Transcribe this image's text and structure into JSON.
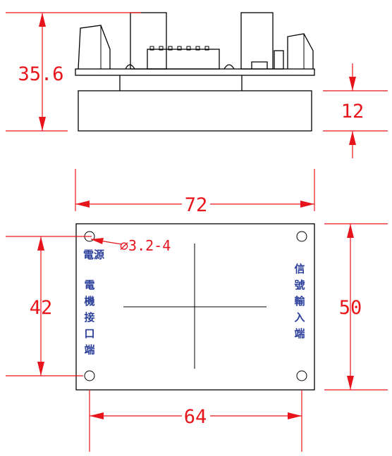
{
  "dimensions": {
    "total_height": "35.6",
    "module_height": "12",
    "board_width": "72",
    "hole_label": "⌀3.2-4",
    "hole_spacing_vertical": "42",
    "board_height": "50",
    "hole_spacing_horizontal": "64"
  },
  "labels": {
    "power": "電源",
    "motor_line1": "電",
    "motor_line2": "機",
    "motor_line3": "接",
    "motor_line4": "口",
    "motor_line5": "端",
    "signal_line1": "信",
    "signal_line2": "號",
    "signal_line3": "輸",
    "signal_line4": "入",
    "signal_line5": "端"
  },
  "colors": {
    "dimension": "#e8141b",
    "label": "#2b3f9b",
    "outline": "#000000"
  }
}
